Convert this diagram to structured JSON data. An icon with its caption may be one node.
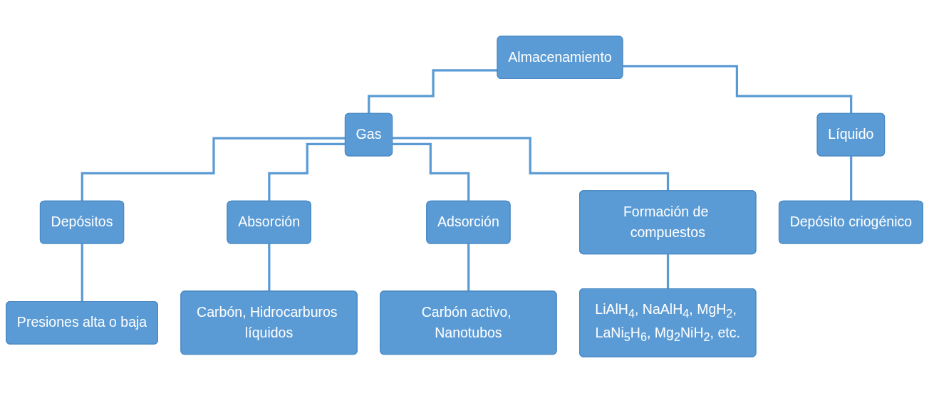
{
  "diagram": {
    "nodes": [
      {
        "text": [
          "Almacenamiento"
        ]
      },
      {
        "text": [
          "Gas"
        ]
      },
      {
        "text": [
          "Líquido"
        ]
      },
      {
        "text": [
          "Depósitos"
        ]
      },
      {
        "text": [
          "Absorción"
        ]
      },
      {
        "text": [
          "Adsorción"
        ]
      },
      {
        "text": [
          "Formación de compuestos"
        ]
      },
      {
        "text": [
          "Depósito criogénico"
        ]
      },
      {
        "text": [
          "Presiones alta o baja"
        ]
      },
      {
        "text": [
          "Carbón, Hidrocarburos líquidos"
        ]
      },
      {
        "text": [
          "Carbón activo, Nanotubos"
        ]
      },
      {
        "text": [
          "LiAlH$_{4}$, NaAlH$_{4}$, MgH$_{2}$, LaNi$_{5}$H$_{6}$, Mg$_{2}$NiH$_{2}$, etc."
        ]
      }
    ],
    "edges": [
      {
        "from": 0,
        "to": 1,
        "arrow": "none"
      },
      {
        "from": 0,
        "to": 2,
        "arrow": "none"
      },
      {
        "from": 1,
        "to": 3,
        "arrow": "none"
      },
      {
        "from": 1,
        "to": 4,
        "arrow": "none"
      },
      {
        "from": 1,
        "to": 5,
        "arrow": "none"
      },
      {
        "from": 1,
        "to": 6,
        "arrow": "none"
      },
      {
        "from": 2,
        "to": 7,
        "arrow": "none"
      },
      {
        "from": 3,
        "to": 8,
        "arrow": "none"
      },
      {
        "from": 4,
        "to": 9,
        "arrow": "none"
      },
      {
        "from": 5,
        "to": 10,
        "arrow": "none"
      },
      {
        "from": 6,
        "to": 11,
        "arrow": "none"
      }
    ]
  }
}
